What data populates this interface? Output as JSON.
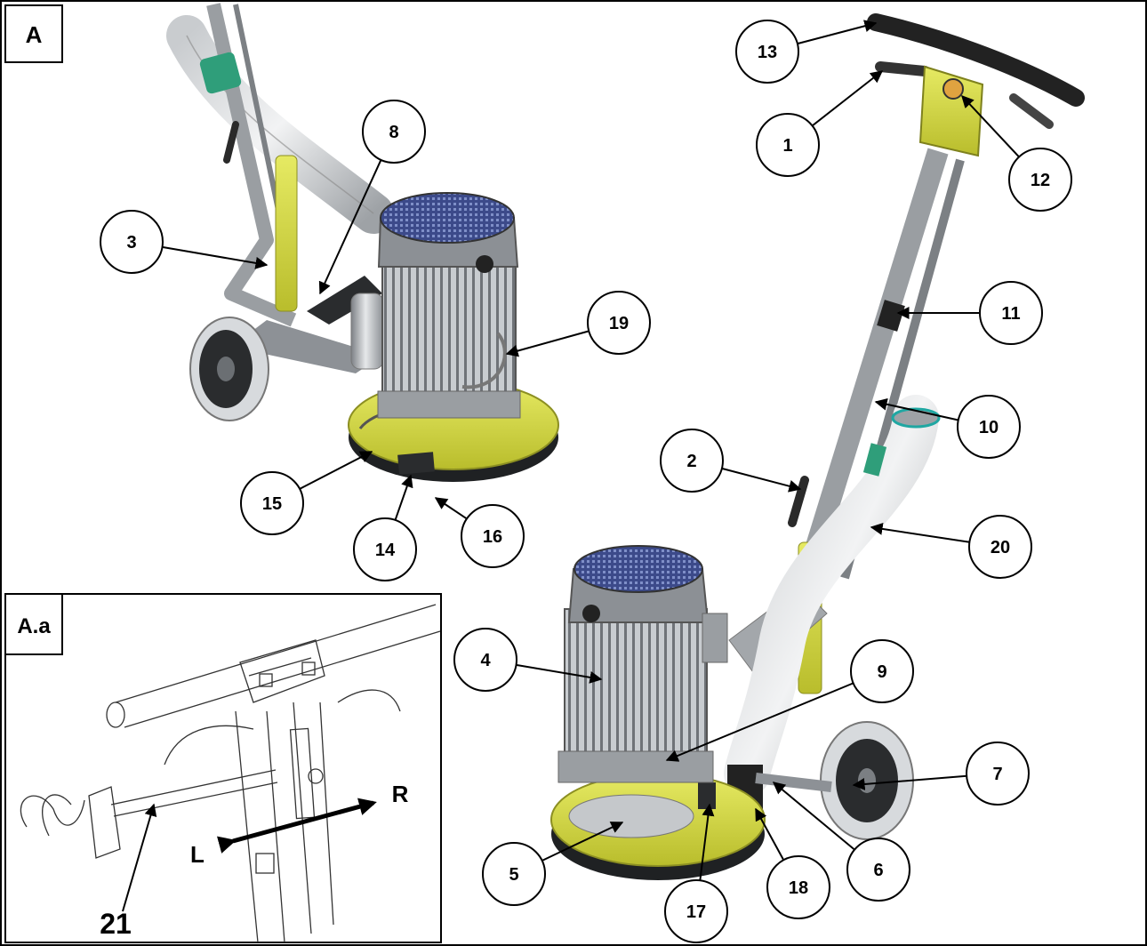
{
  "panel_main": {
    "label": "A"
  },
  "panel_inset": {
    "label": "A.a"
  },
  "callouts": [
    {
      "id": "c1",
      "text": "1"
    },
    {
      "id": "c2",
      "text": "2"
    },
    {
      "id": "c3",
      "text": "3"
    },
    {
      "id": "c4",
      "text": "4"
    },
    {
      "id": "c5",
      "text": "5"
    },
    {
      "id": "c6",
      "text": "6"
    },
    {
      "id": "c7",
      "text": "7"
    },
    {
      "id": "c8",
      "text": "8"
    },
    {
      "id": "c9",
      "text": "9"
    },
    {
      "id": "c10",
      "text": "10"
    },
    {
      "id": "c11",
      "text": "11"
    },
    {
      "id": "c12",
      "text": "12"
    },
    {
      "id": "c13",
      "text": "13"
    },
    {
      "id": "c14",
      "text": "14"
    },
    {
      "id": "c15",
      "text": "15"
    },
    {
      "id": "c16",
      "text": "16"
    },
    {
      "id": "c17",
      "text": "17"
    },
    {
      "id": "c18",
      "text": "18"
    },
    {
      "id": "c19",
      "text": "19"
    },
    {
      "id": "c20",
      "text": "20"
    }
  ],
  "inset_labels": {
    "part": "21",
    "right": "R",
    "left": "L"
  },
  "colors": {
    "body_yellow": "#d8dc4a",
    "metal": "#a9adb1",
    "dark": "#3a3d40",
    "accent_green": "#2f9e7a",
    "line": "#000000"
  }
}
